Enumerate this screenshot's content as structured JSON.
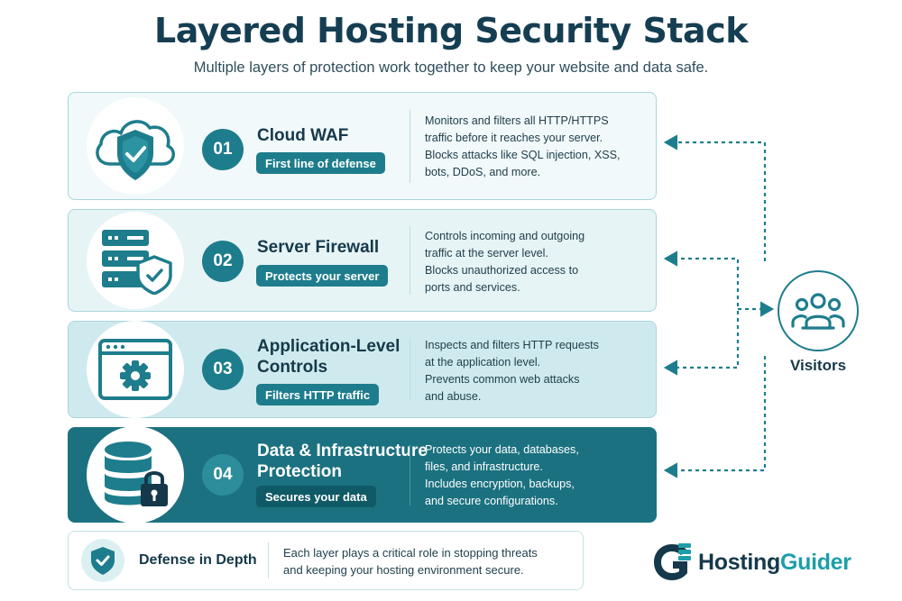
{
  "header": {
    "title": "Layered Hosting Security Stack",
    "subtitle": "Multiple layers of protection work together to keep your website and data safe."
  },
  "layers": [
    {
      "number": "01",
      "name": "Cloud WAF",
      "tag": "First line of defense",
      "icon": "cloud-shield-icon",
      "description": [
        "Monitors and filters all HTTP/HTTPS",
        "traffic before it reaches your server.",
        "Blocks attacks like SQL injection, XSS,",
        "bots, DDoS, and more."
      ]
    },
    {
      "number": "02",
      "name": "Server Firewall",
      "tag": "Protects your server",
      "icon": "server-shield-icon",
      "description": [
        "Controls incoming and outgoing",
        "traffic at the server level.",
        "Blocks unauthorized access to",
        "ports and services."
      ]
    },
    {
      "number": "03",
      "name": [
        "Application-Level",
        "Controls"
      ],
      "tag": "Filters HTTP traffic",
      "icon": "app-window-gear-icon",
      "description": [
        "Inspects and filters HTTP requests",
        "at the application level.",
        "Prevents common web attacks",
        "and abuse."
      ]
    },
    {
      "number": "04",
      "name": [
        "Data & Infrastructure",
        "Protection"
      ],
      "tag": "Secures your data",
      "icon": "database-lock-icon",
      "description": [
        "Protects your data, databases,",
        "files, and infrastructure.",
        "Includes encryption, backups,",
        "and secure configurations."
      ]
    }
  ],
  "visitors": {
    "label": "Visitors",
    "icon": "users-group-icon"
  },
  "footer": {
    "title": "Defense in Depth",
    "icon": "shield-check-icon",
    "text": [
      "Each layer plays a critical role in stopping threats",
      "and keeping your hosting environment secure."
    ]
  },
  "brand": {
    "name_part1": "Hosting",
    "name_part2": "Guider",
    "logo_icon": "hostingguider-logo-icon"
  },
  "colors": {
    "primary": "#1e7d8c",
    "dark": "#153e52",
    "layer4_bg": "#1b7180",
    "accent": "#1e9ea9"
  }
}
